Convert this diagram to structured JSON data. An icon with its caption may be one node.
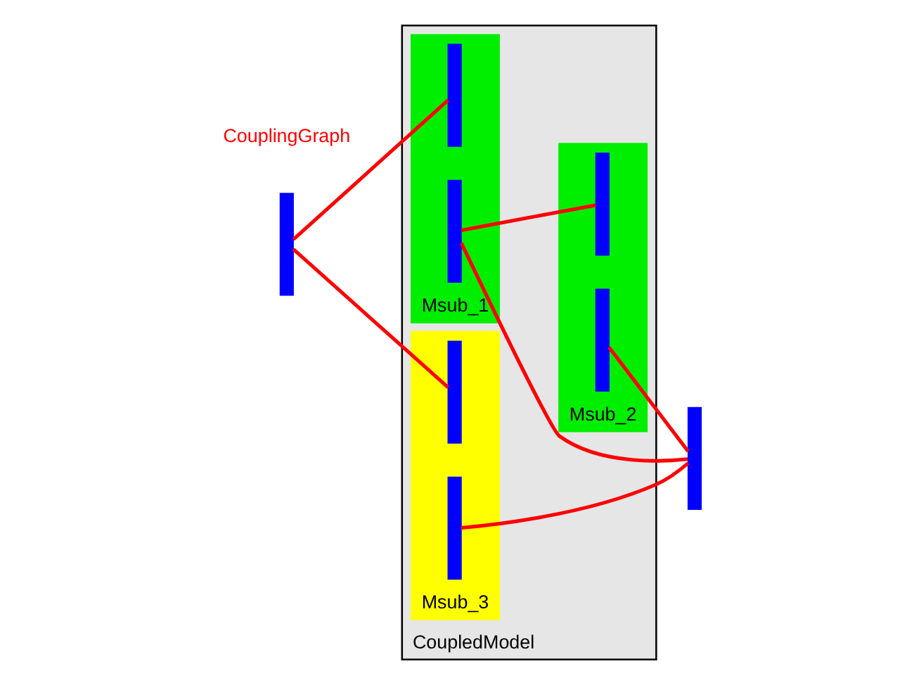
{
  "diagram": {
    "nodes": [
      {
        "text": [
          "CoupledModel"
        ]
      },
      {
        "text": [],
        "shape": "bar"
      },
      {
        "text": [
          "Msub_1"
        ],
        "in": 0
      },
      {
        "text": [],
        "shape": "bar",
        "in": 2
      },
      {
        "text": [],
        "shape": "bar",
        "in": 2
      },
      {
        "text": [
          "Msub_2"
        ],
        "in": 0
      },
      {
        "text": [],
        "shape": "bar",
        "in": 5
      },
      {
        "text": [],
        "shape": "bar",
        "in": 5
      },
      {
        "text": [
          "Msub_3"
        ],
        "in": 0
      },
      {
        "text": [],
        "shape": "bar",
        "in": 8
      },
      {
        "text": [],
        "shape": "bar",
        "in": 8
      },
      {
        "text": [],
        "shape": "bar"
      }
    ],
    "edges": [
      {
        "from": 1,
        "to": 3,
        "arrow": "none"
      },
      {
        "from": 1,
        "to": 9,
        "arrow": "none"
      },
      {
        "from": 4,
        "to": 6,
        "arrow": "none"
      },
      {
        "from": 4,
        "to": 11,
        "arrow": "none"
      },
      {
        "from": 7,
        "to": 11,
        "arrow": "none"
      },
      {
        "from": 10,
        "to": 11,
        "arrow": "none"
      }
    ],
    "labels": [
      "CouplingGraph"
    ]
  }
}
